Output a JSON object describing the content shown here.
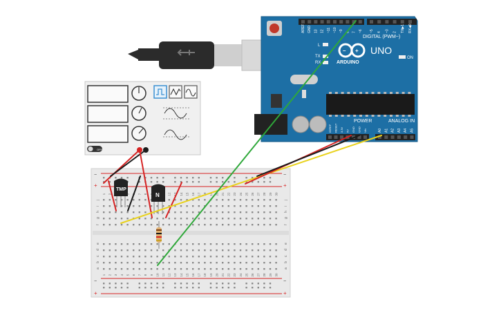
{
  "arduino": {
    "brand": "ARDUINO",
    "model": "UNO",
    "digital_label": "DIGITAL (PWM~)",
    "analog_label": "ANALOG IN",
    "power_label": "POWER",
    "on_label": "ON",
    "tx_label": "TX",
    "rx_label": "RX",
    "l_label": "L",
    "top_pins": [
      "AREF",
      "GND",
      "13",
      "12",
      "~11",
      "~10",
      "~9",
      "8",
      "7",
      "~6",
      "~5",
      "4",
      "~3",
      "2",
      "TX▶1",
      "RX◀0"
    ],
    "power_pins": [
      "IOREF",
      "RESET",
      "3.3V",
      "5V",
      "GND",
      "GND",
      "Vin"
    ],
    "analog_pins": [
      "A0",
      "A1",
      "A2",
      "A3",
      "A4",
      "A5"
    ],
    "board_color": "#1d6fa5"
  },
  "function_generator": {
    "off_label": "OFF",
    "waveforms": [
      "square",
      "triangle",
      "sine"
    ]
  },
  "components": {
    "temp_sensor_label": "TMP",
    "transistor_label": "N"
  },
  "breadboard": {
    "column_numbers": [
      "1",
      "2",
      "3",
      "4",
      "5",
      "6",
      "7",
      "8",
      "9",
      "10",
      "11",
      "12",
      "13",
      "14",
      "15",
      "16",
      "17",
      "18",
      "19",
      "20",
      "21",
      "22",
      "23",
      "24",
      "25",
      "26",
      "27",
      "28",
      "29",
      "30"
    ],
    "rows_top": [
      "j",
      "i",
      "h",
      "g",
      "f"
    ],
    "rows_bottom": [
      "e",
      "d",
      "c",
      "b",
      "a"
    ],
    "plus": "+",
    "minus": "−"
  },
  "wire_colors": {
    "red": "#d62222",
    "black": "#1a1a1a",
    "green": "#2fa83a",
    "yellow": "#e9d21d"
  }
}
